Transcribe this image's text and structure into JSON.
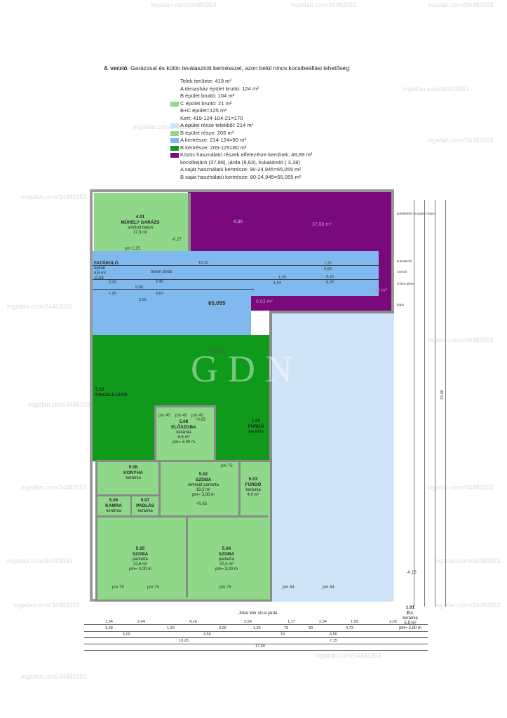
{
  "legend": {
    "title_bold": "4. verzió",
    "title_rest": ": Garázzsal és külön leválasztott kertrésszel, azon belül nincs kocsibeállási lehetőség:",
    "lines": [
      {
        "text": "Telek területe: 419 m²",
        "swatch": null
      },
      {
        "text": "A társasház épület bruttó: 124 m²",
        "swatch": null
      },
      {
        "text": "B épület bruttó: 104 m²",
        "swatch": null
      },
      {
        "text": "C épület bruttó: 21 m²",
        "swatch": "#8fd88a"
      },
      {
        "text": "B+C épület=125 m²",
        "swatch": null
      },
      {
        "text": "Kert: 419-124-104-21=170",
        "swatch": null
      },
      {
        "text": "A épület része telekből: 214 m²",
        "swatch": "#cfe4f7"
      },
      {
        "text": "B épület része: 205 m²",
        "swatch": "#8fd88a"
      },
      {
        "text": "A kertrésze: 214-124=90 m²",
        "swatch": "#7fb9ee"
      },
      {
        "text": "B kertrésze: 205-125=80 m²",
        "swatch": "#0f9a1c"
      },
      {
        "text": "Közös használatú részek elfelezésre kerülnek: 49,89 m²",
        "swatch": "#7a0a7c"
      },
      {
        "text": "kocsibejáró (37,88), járda (8,63), kukatároló ( 3,38)",
        "swatch": null
      },
      {
        "text": "A saját használatú kertrésze: 90-24,945=65,055 m²",
        "swatch": null
      },
      {
        "text": "B saját használatú kertrésze: 80-24,945=55,055 m²",
        "swatch": null
      }
    ]
  },
  "colors": {
    "c_building": "#8fd88a",
    "a_building": "#cfe4f7",
    "a_garden": "#7fb9ee",
    "b_garden": "#0f9a1c",
    "common": "#7a0a7c"
  },
  "plan": {
    "garage": {
      "num": "4.01",
      "name": "MŰHELY GARÁZS",
      "floor": "simított beton",
      "area": "17,9 m²",
      "level": "-0,27",
      "pm": "pm 1,25"
    },
    "driveway_area": "37,88 m²",
    "sidewalk_area": "8,63 m²",
    "bin_area": "3,38 m²",
    "driveway_level": "-0,30",
    "fataroló": {
      "name": "FATÁROLÓ",
      "floor": "nyitott",
      "area": "4,8 m²",
      "level": "-0,33"
    },
    "a_garden_value": "65,055",
    "b_garden_value": "55,055",
    "beton_jarda": "beton járda",
    "pince": {
      "num": "5.10",
      "name": "PINCELEJÁRÓ"
    },
    "eloszoba": {
      "num": "5.08",
      "name": "ELŐSZOBA",
      "floor": "kerámia",
      "area": "8,6 m²",
      "height": "pm= 3,00 m",
      "level": "+0,65"
    },
    "furdo1": {
      "num": "1.04",
      "name": "FÜRDŐ",
      "floor": "kerámia"
    },
    "konyha": {
      "num": "5.08",
      "name": "KONYHA",
      "floor": "kerámia"
    },
    "szoba_main": {
      "num": "5.02",
      "name": "SZOBA",
      "floor": "laminált parketta",
      "area": "18,2 m²",
      "height": "pm= 3,00 m",
      "level": "+0,65"
    },
    "furdo2": {
      "num": "5.03",
      "name": "FÜRDŐ",
      "floor": "kerámia",
      "area": "4,0 m²"
    },
    "kamra": {
      "num": "5.06",
      "name": "KAMRA",
      "floor": "kerámia"
    },
    "padlas": {
      "num": "5.07",
      "name": "PADLÁS",
      "floor": "kerámia"
    },
    "szoba_05": {
      "num": "5.05",
      "name": "SZOBA",
      "floor": "parketta",
      "area": "22,6 m²",
      "height": "pm= 3,00 m"
    },
    "szoba_04": {
      "num": "5.04",
      "name": "SZOBA",
      "floor": "parketta",
      "area": "20,3 m²",
      "height": "pm= 3,00 m"
    },
    "entrance": {
      "num": "1.01",
      "name": "E.I.",
      "floor": "kerámia",
      "area": "5,9 m²",
      "height": "pm= 2,80 m",
      "level": "-0,15"
    },
    "street": "Jókai Mór utcai járda",
    "right_labels": [
      "autóbeálló mozgatás kapu",
      "kukatároló",
      "centrál",
      "vízóra akna",
      "kapu"
    ],
    "pm_labels": [
      "pm 75",
      "pm 75",
      "pm 75",
      "pm 54",
      "pm 54",
      "pm 40",
      "pm 40",
      "pm 40",
      "pm 75"
    ],
    "bottom_dims_row1": [
      "1,54",
      "2,04",
      "4,16",
      "2,54",
      "1,17",
      "2,34",
      "1,59",
      "2,03"
    ],
    "bottom_dims_row2": [
      "3,38",
      "1,50",
      "3,06",
      "1,32",
      "79",
      "80",
      "4,73"
    ],
    "bottom_dims_row3": [
      "5,00",
      "4,50",
      "19",
      "6,56"
    ],
    "bottom_dims_row4": [
      "10,25",
      "7,15"
    ],
    "bottom_total": "17,40",
    "right_total": "23,90",
    "top_dims": [
      "10,10",
      "7,32",
      "6,56",
      "5,15",
      "6,28",
      "1,29",
      "1,04",
      "2,40",
      "5,05",
      "3,60",
      "5,55",
      "1,95",
      "2,30"
    ]
  },
  "watermark": "ingatlan.com/34483353",
  "logo_text": "GDN"
}
